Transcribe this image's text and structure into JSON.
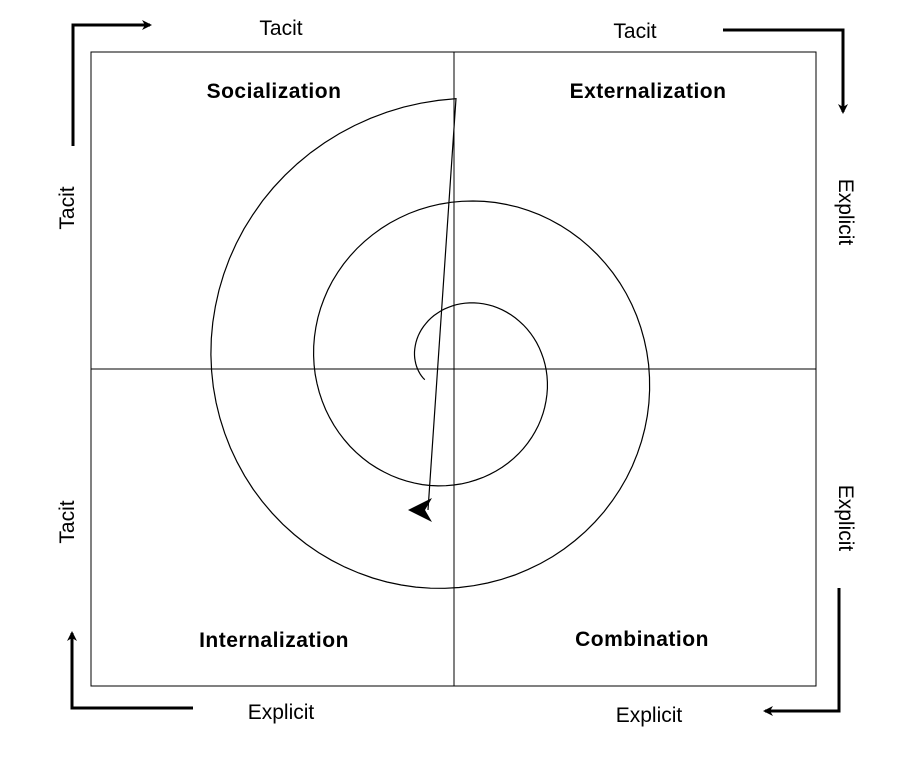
{
  "quadrants": {
    "top_left": "Socialization",
    "top_right": "Externalization",
    "bottom_left": "Internalization",
    "bottom_right": "Combination"
  },
  "edge_labels": {
    "top_left": "Tacit",
    "top_right": "Tacit",
    "right_top": "Explicit",
    "right_bottom": "Explicit",
    "bottom_left": "Explicit",
    "bottom_right": "Explicit",
    "left_top": "Tacit",
    "left_bottom": "Tacit"
  }
}
